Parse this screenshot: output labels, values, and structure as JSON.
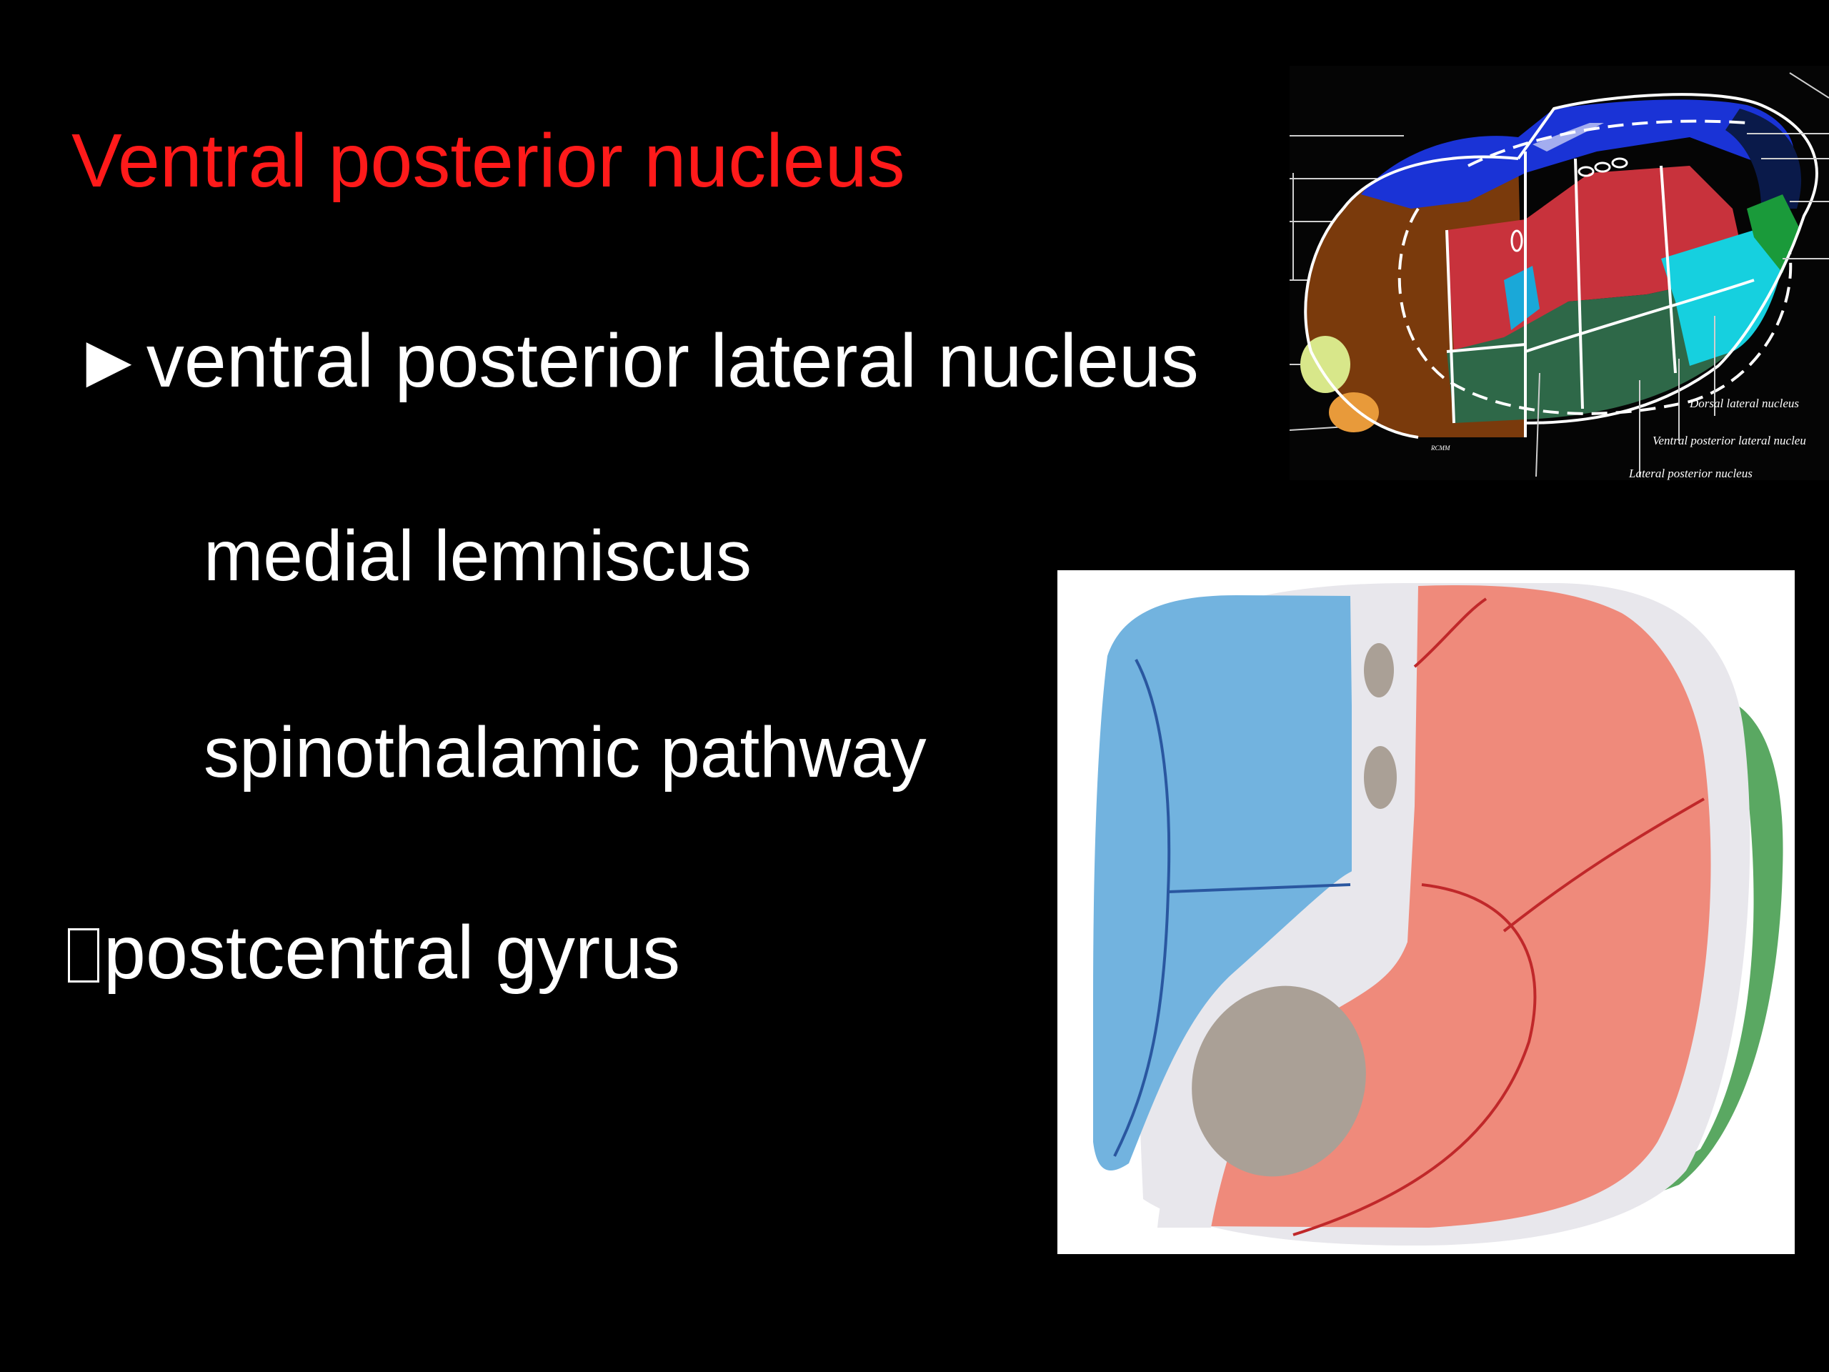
{
  "slide": {
    "title": "Ventral posterior nucleus",
    "title_color": "#ff1a1a",
    "text_color": "#ffffff",
    "background": "#000000",
    "bullets": [
      {
        "marker": "►",
        "text": "ventral posterior lateral nucleus"
      },
      {
        "marker": "",
        "text": "medial lemniscus"
      },
      {
        "marker": "",
        "text": "spinothalamic pathway"
      },
      {
        "marker": "missing-glyph-box",
        "text": "postcentral gyrus"
      }
    ]
  },
  "thalamus_diagram": {
    "labels": {
      "dorsal_lateral": "Dorsal lateral nucleus",
      "vpl": "Ventral posterior lateral nucleu",
      "lateral_posterior": "Lateral posterior nucleus",
      "small_mark": "RCMM"
    }
  },
  "section_diagram": {
    "colors": {
      "blue": "#72b3df",
      "salmon": "#ef8a7b",
      "green": "#5aa862",
      "gray": "#aaa096",
      "white": "#e9e8ec"
    }
  }
}
